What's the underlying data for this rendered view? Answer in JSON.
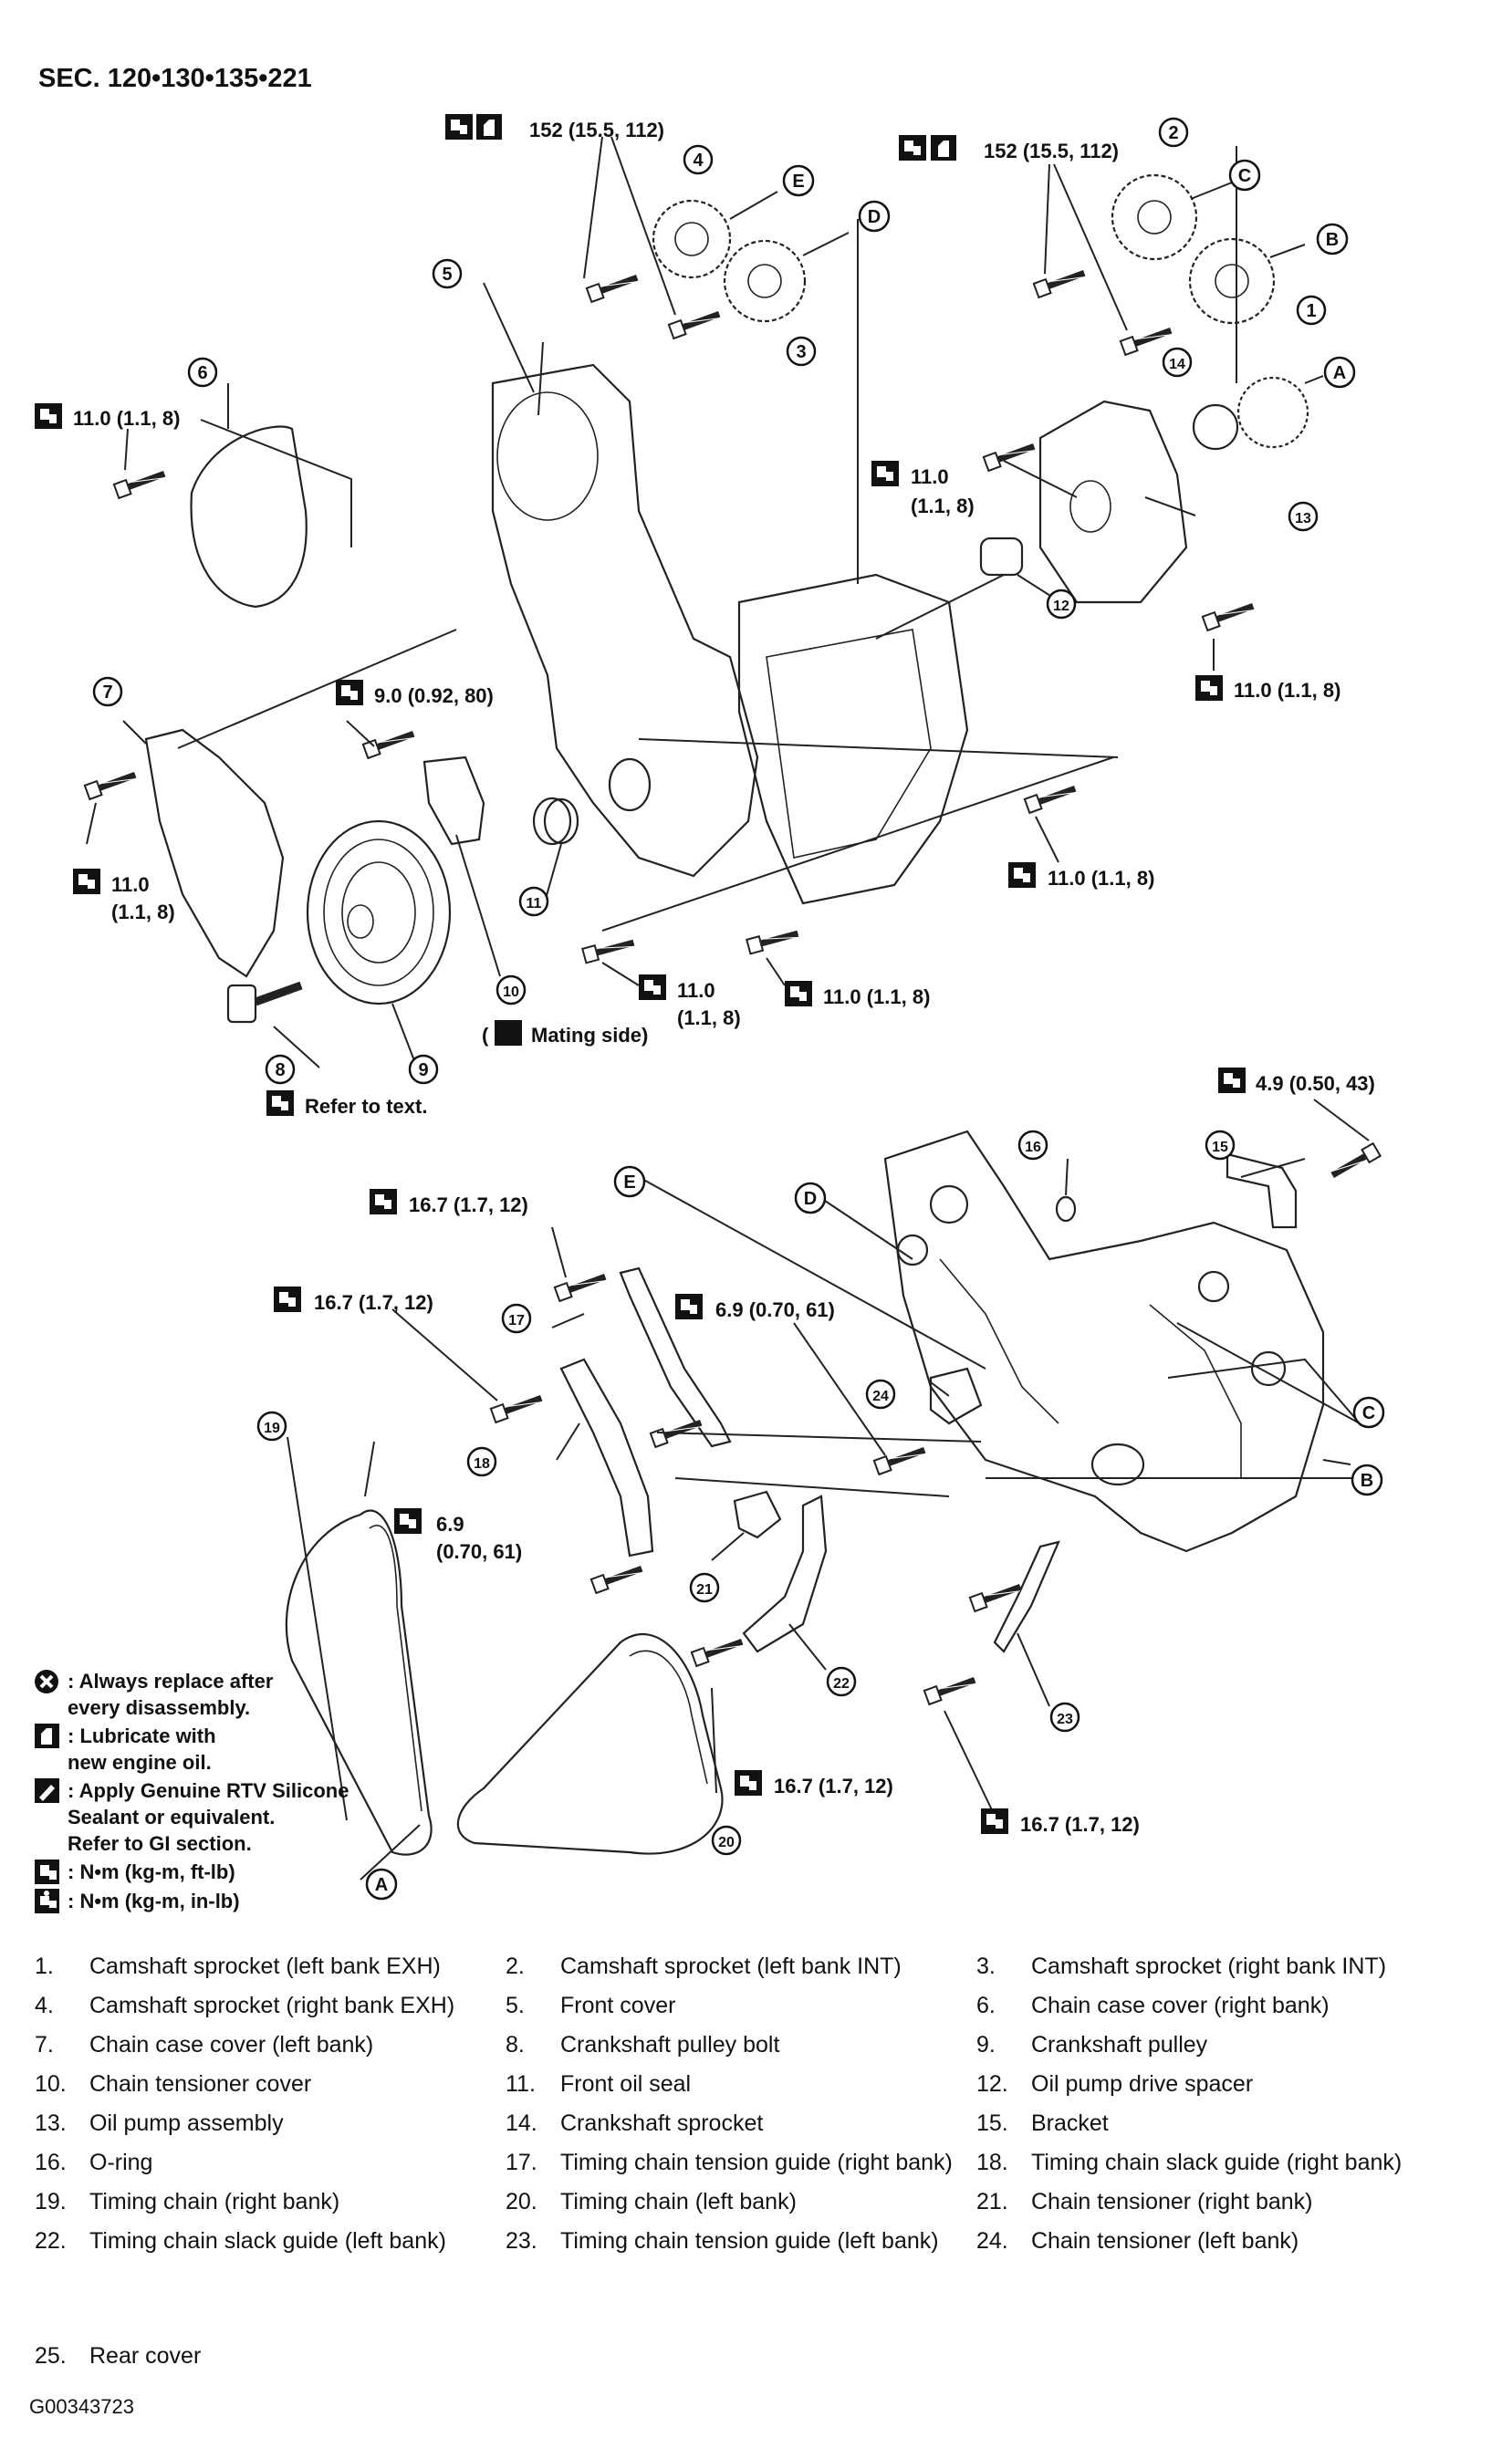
{
  "section_title": "SEC. 120•130•135•221",
  "callouts": {
    "t152_left": "152 (15.5, 112)",
    "t152_right": "152 (15.5, 112)",
    "t11_a": "11.0 (1.1, 8)",
    "t11_b_l1": "11.0",
    "t11_b_l2": "(1.1, 8)",
    "t11_c": "11.0 (1.1, 8)",
    "t9": "9.0 (0.92, 80)",
    "t11_d_l1": "11.0",
    "t11_d_l2": "(1.1, 8)",
    "t11_e": "11.0 (1.1, 8)",
    "t11_f_l1": "11.0",
    "t11_f_l2": "(1.1, 8)",
    "t11_g": "11.0 (1.1, 8)",
    "mating_side": "Mating side)",
    "paren": "(",
    "refer_text": "Refer to text.",
    "t49": "4.9 (0.50, 43)",
    "t167_a": "16.7 (1.7, 12)",
    "t167_b": "16.7 (1.7, 12)",
    "t69_a": "6.9 (0.70, 61)",
    "t69_b_l1": "6.9",
    "t69_b_l2": "(0.70, 61)",
    "t167_c": "16.7 (1.7, 12)",
    "t167_d": "16.7 (1.7, 12)"
  },
  "letters": [
    "A",
    "B",
    "C",
    "D",
    "E"
  ],
  "legend": [
    {
      "icon": "replace-x-icon",
      "text": ": Always replace after\n  every disassembly."
    },
    {
      "icon": "oil-can-icon",
      "text": ": Lubricate with\n  new engine oil."
    },
    {
      "icon": "sealant-icon",
      "text": ": Apply Genuine RTV Silicone\n  Sealant or equivalent.\n  Refer to GI section."
    },
    {
      "icon": "torque-wrench-icon",
      "text": ": N•m (kg-m, ft-lb)"
    },
    {
      "icon": "torque-wrench-small-icon",
      "text": ": N•m (kg-m, in-lb)"
    }
  ],
  "parts": [
    [
      "1.",
      "Camshaft sprocket (left bank EXH)",
      "2.",
      "Camshaft sprocket (left bank INT)",
      "3.",
      "Camshaft sprocket (right bank INT)"
    ],
    [
      "4.",
      "Camshaft sprocket (right bank EXH)",
      "5.",
      "Front cover",
      "6.",
      "Chain case cover (right bank)"
    ],
    [
      "7.",
      "Chain case cover (left bank)",
      "8.",
      "Crankshaft pulley bolt",
      "9.",
      "Crankshaft pulley"
    ],
    [
      "10.",
      "Chain tensioner cover",
      "11.",
      "Front oil seal",
      "12.",
      "Oil pump drive spacer"
    ],
    [
      "13.",
      "Oil pump assembly",
      "14.",
      "Crankshaft sprocket",
      "15.",
      "Bracket"
    ],
    [
      "16.",
      "O-ring",
      "17.",
      "Timing chain tension guide (right bank)",
      "18.",
      "Timing chain slack guide (right bank)"
    ],
    [
      "19.",
      "Timing chain (right bank)",
      "20.",
      "Timing chain (left bank)",
      "21.",
      "Chain tensioner (right bank)"
    ],
    [
      "22.",
      "Timing chain slack guide (left bank)",
      "23.",
      "Timing chain tension guide (left bank)",
      "24.",
      "Chain tensioner (left bank)"
    ]
  ],
  "part25": {
    "num": "25.",
    "name": "Rear cover"
  },
  "figure_code": "G00343723"
}
